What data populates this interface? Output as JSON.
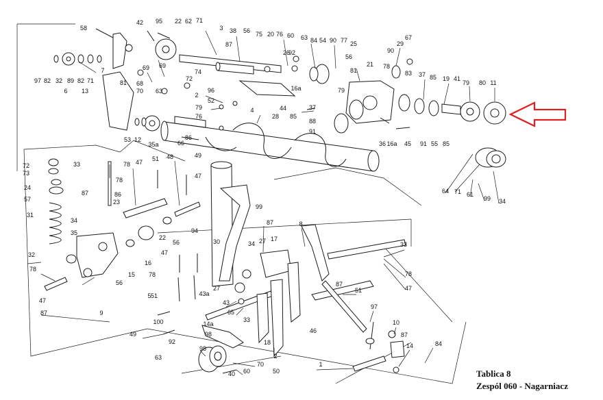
{
  "sheet": {
    "plate": "Tablica 8",
    "assembly": "Zespól 060 - Nagarniacz"
  },
  "highlight_color": "#e02020",
  "part_labels": [
    "58",
    "42",
    "95",
    "22",
    "62",
    "71",
    "3",
    "38",
    "56",
    "75",
    "20",
    "76",
    "60",
    "63",
    "84",
    "54",
    "90",
    "77",
    "25",
    "67",
    "29",
    "87",
    "97",
    "82",
    "32",
    "89",
    "82",
    "71",
    "7",
    "69",
    "26",
    "92",
    "90",
    "78",
    "6",
    "13",
    "68",
    "70",
    "63",
    "69",
    "74",
    "72",
    "2",
    "56",
    "81",
    "21",
    "83",
    "37",
    "85",
    "19",
    "41",
    "79",
    "80",
    "11",
    "96",
    "52",
    "16a",
    "79",
    "44",
    "37",
    "88",
    "79",
    "76",
    "4",
    "28",
    "85",
    "91",
    "36",
    "16a",
    "45",
    "91",
    "55",
    "85",
    "81",
    "53",
    "12",
    "35a",
    "86",
    "66",
    "72",
    "73",
    "24",
    "57",
    "31",
    "33",
    "78",
    "47",
    "51",
    "48",
    "49",
    "47",
    "78",
    "86",
    "87",
    "34",
    "23",
    "35",
    "94",
    "56",
    "22",
    "30",
    "16",
    "99",
    "64",
    "71",
    "61",
    "99",
    "34",
    "32",
    "78",
    "47",
    "87",
    "56",
    "15",
    "9",
    "87",
    "34",
    "27",
    "17",
    "8",
    "33",
    "78",
    "47",
    "87",
    "47",
    "78",
    "51",
    "27",
    "43a",
    "43",
    "65",
    "33",
    "5",
    "51",
    "46",
    "97",
    "100",
    "49",
    "14a",
    "98",
    "92",
    "98",
    "63",
    "70",
    "60",
    "40",
    "18",
    "2",
    "50",
    "10",
    "87",
    "14",
    "1",
    "84"
  ]
}
